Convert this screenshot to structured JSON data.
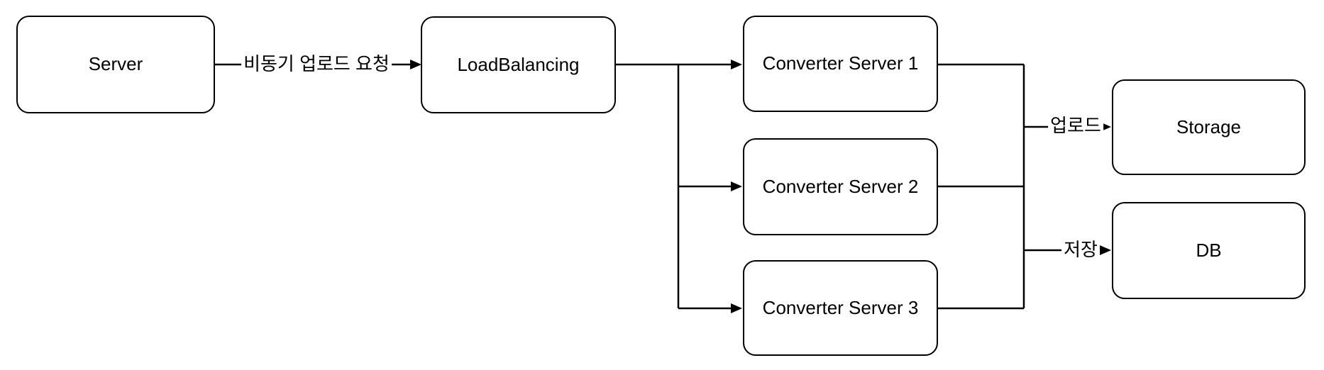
{
  "diagram": {
    "colors": {
      "background": "#ffffff",
      "stroke": "#000000",
      "node_fill": "#ffffff",
      "text": "#000000"
    },
    "nodes": {
      "server": {
        "label": "Server"
      },
      "loadbalancing": {
        "label": "LoadBalancing"
      },
      "converter1": {
        "label": "Converter Server 1"
      },
      "converter2": {
        "label": "Converter Server 2"
      },
      "converter3": {
        "label": "Converter Server 3"
      },
      "storage": {
        "label": "Storage"
      },
      "db": {
        "label": "DB"
      }
    },
    "edges": {
      "async_upload_request": {
        "from": "Server",
        "to": "LoadBalancing",
        "label": "비동기 업로드 요청"
      },
      "distribute1": {
        "from": "LoadBalancing",
        "to": "Converter Server 1",
        "label": ""
      },
      "distribute2": {
        "from": "LoadBalancing",
        "to": "Converter Server 2",
        "label": ""
      },
      "distribute3": {
        "from": "LoadBalancing",
        "to": "Converter Server 3",
        "label": ""
      },
      "upload": {
        "from": "Converter Servers",
        "to": "Storage",
        "label": "업로드"
      },
      "save": {
        "from": "Converter Servers",
        "to": "DB",
        "label": "저장"
      }
    }
  }
}
